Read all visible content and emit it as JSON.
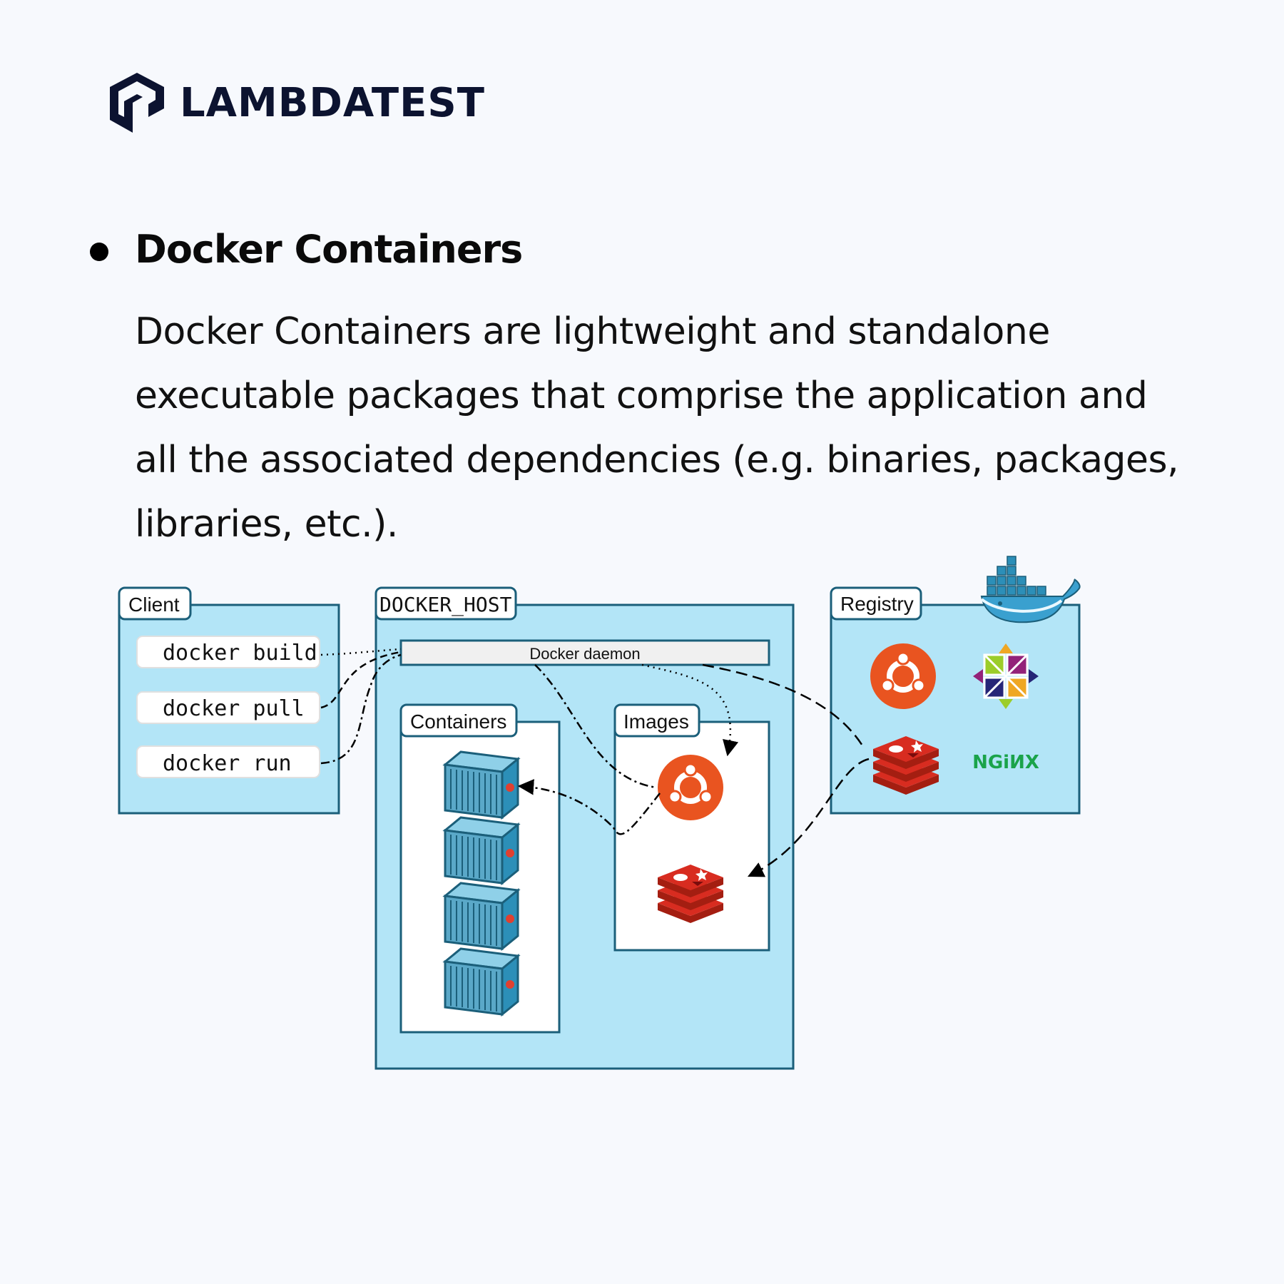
{
  "brand": {
    "name": "LAMBDATEST"
  },
  "section": {
    "heading": "Docker Containers",
    "paragraph_lines": [
      "Docker Containers are lightweight and standalone",
      "executable packages that comprise the application and",
      "all the associated dependencies (e.g. binaries, packages,",
      "libraries, etc.)."
    ]
  },
  "diagram": {
    "client": {
      "label": "Client",
      "commands": [
        "docker build",
        "docker pull",
        "docker run"
      ]
    },
    "host": {
      "label": "DOCKER_HOST",
      "daemon": "Docker daemon",
      "containers_label": "Containers",
      "images_label": "Images"
    },
    "registry": {
      "label": "Registry",
      "nginx": "NGiИX"
    },
    "colors": {
      "panel": "#b3e5f7",
      "border": "#1b5f7a",
      "ubuntu": "#e95420",
      "redis": "#d82c20",
      "nginx": "#1aa34a"
    }
  }
}
